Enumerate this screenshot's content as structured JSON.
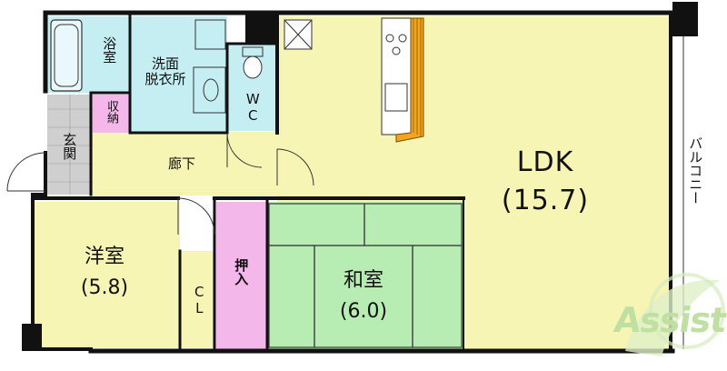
{
  "rooms": {
    "ldk": {
      "name": "LDK",
      "size": "(15.7)"
    },
    "yoshitsu": {
      "name": "洋室",
      "size": "(5.8)"
    },
    "washitsu": {
      "name": "和室",
      "size": "(6.0)"
    },
    "bath": {
      "name": "浴室"
    },
    "washroom": {
      "name": "洗面\n脱衣所"
    },
    "wc": {
      "name": "WC"
    },
    "storage": {
      "name": "収納"
    },
    "entrance": {
      "name": "玄関"
    },
    "hallway": {
      "name": "廊下"
    },
    "oshiire": {
      "name": "押入"
    },
    "closet": {
      "name": "CL"
    },
    "balcony": {
      "name": "バルコニー"
    }
  },
  "logo": {
    "text": "Assist"
  },
  "colors": {
    "ldk": "#f7f5b4",
    "yoshitsu": "#f7f5b4",
    "hallway": "#f7f5b4",
    "tatami": "#b7ecb2",
    "wet": "#c5eef3",
    "oshiire": "#f3b7ea",
    "kitchen": "#f2a61e",
    "floor_gray": "#cfcfcf",
    "balcony": "#ffffff",
    "wall": "#111111"
  }
}
